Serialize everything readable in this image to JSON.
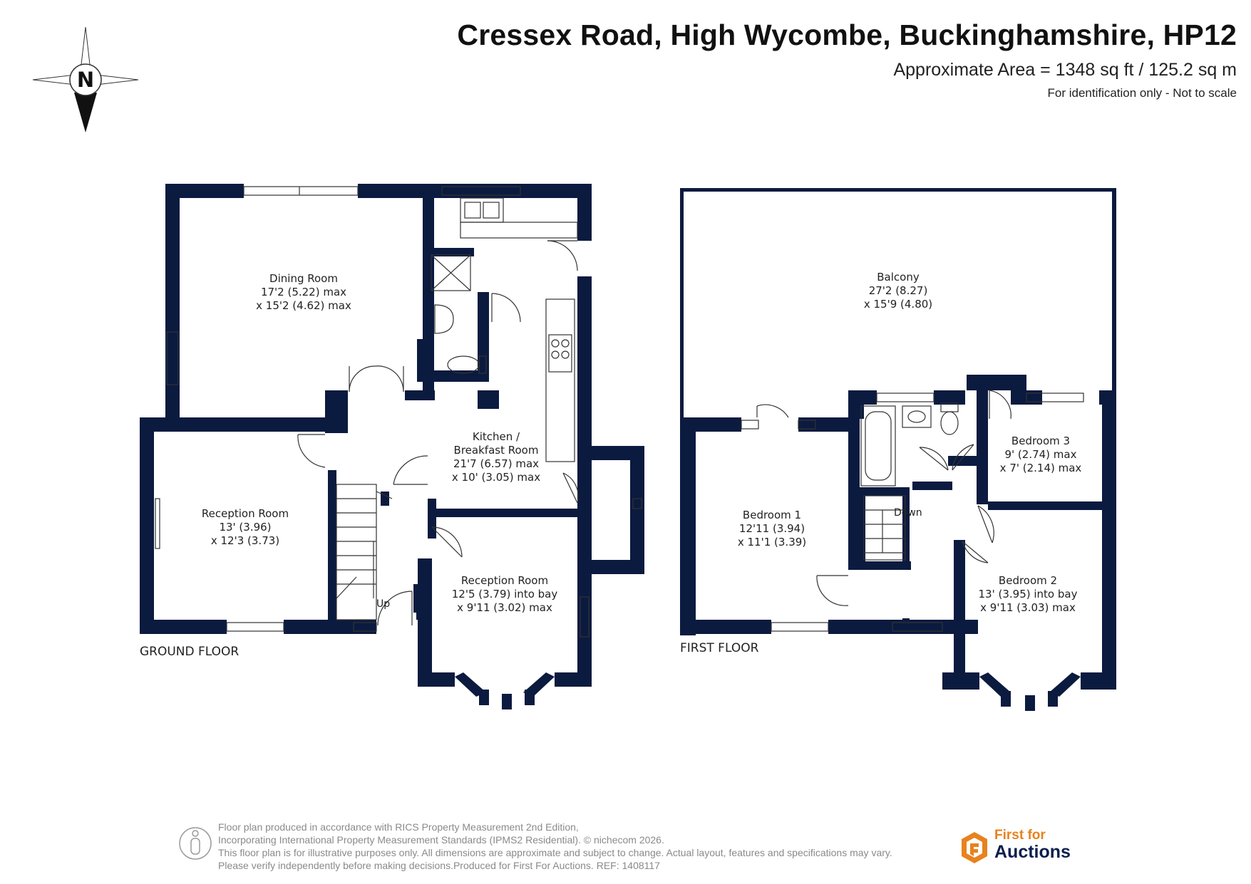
{
  "header": {
    "title": "Cressex Road, High Wycombe, Buckinghamshire, HP12",
    "area": "Approximate Area = 1348 sq ft / 125.2 sq m",
    "note": "For identification only - Not to scale"
  },
  "compass": {
    "letter": "N"
  },
  "ground_floor": {
    "label": "GROUND FLOOR",
    "up": "Up",
    "dining": {
      "name": "Dining Room",
      "dim1": "17'2 (5.22) max",
      "dim2": "x 15'2 (4.62) max"
    },
    "reception1": {
      "name": "Reception Room",
      "dim1": "13' (3.96)",
      "dim2": "x 12'3 (3.73)"
    },
    "kitchen": {
      "name1": "Kitchen /",
      "name2": "Breakfast Room",
      "dim1": "21'7 (6.57) max",
      "dim2": "x 10' (3.05) max"
    },
    "reception2": {
      "name": "Reception Room",
      "dim1": "12'5 (3.79) into bay",
      "dim2": "x 9'11 (3.02) max"
    }
  },
  "first_floor": {
    "label": "FIRST FLOOR",
    "down": "Down",
    "balcony": {
      "name": "Balcony",
      "dim1": "27'2 (8.27)",
      "dim2": "x 15'9 (4.80)"
    },
    "bedroom1": {
      "name": "Bedroom 1",
      "dim1": "12'11 (3.94)",
      "dim2": "x 11'1 (3.39)"
    },
    "bedroom2": {
      "name": "Bedroom 2",
      "dim1": "13' (3.95) into bay",
      "dim2": "x 9'11 (3.03) max"
    },
    "bedroom3": {
      "name": "Bedroom 3",
      "dim1": "9' (2.74) max",
      "dim2": "x 7' (2.14) max"
    }
  },
  "footer": {
    "line1": "Floor plan produced in accordance with RICS Property Measurement 2nd Edition,",
    "line2": "Incorporating International Property Measurement Standards (IPMS2 Residential).   © nichecom 2026.",
    "line3": "This floor plan is for illustrative purposes only. All dimensions are approximate and subject to change. Actual layout, features and specifications may vary.",
    "line4": "Please verify independently before making decisions.Produced for First For Auctions.   REF:  1408117"
  },
  "logo": {
    "line1": "First for",
    "line2": "Auctions"
  },
  "colors": {
    "wall": "#0b1a3f",
    "logo_orange": "#e8821e",
    "logo_navy": "#0b1f4d"
  }
}
